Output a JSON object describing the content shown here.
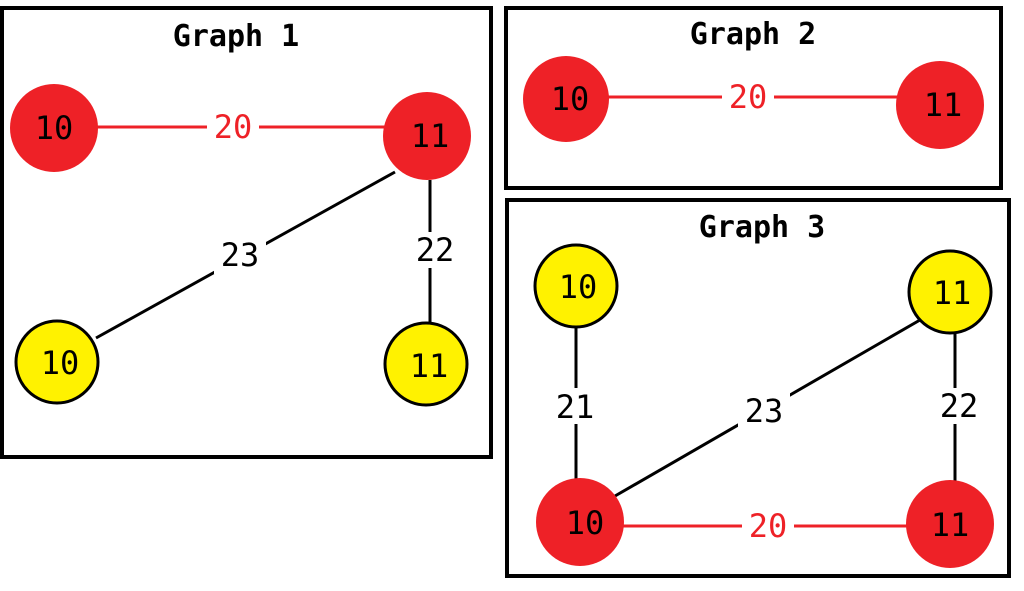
{
  "colors": {
    "red": "#ee2127",
    "yellow": "#fff200",
    "black": "#000000"
  },
  "graphs": [
    {
      "title": "Graph 1",
      "nodes": [
        {
          "label": "10",
          "color": "red"
        },
        {
          "label": "11",
          "color": "red"
        },
        {
          "label": "10",
          "color": "yellow"
        },
        {
          "label": "11",
          "color": "yellow"
        }
      ],
      "edges": [
        {
          "label": "20",
          "color": "red",
          "from": 0,
          "to": 1
        },
        {
          "label": "23",
          "color": "black",
          "from": 1,
          "to": 2
        },
        {
          "label": "22",
          "color": "black",
          "from": 1,
          "to": 3
        }
      ]
    },
    {
      "title": "Graph 2",
      "nodes": [
        {
          "label": "10",
          "color": "red"
        },
        {
          "label": "11",
          "color": "red"
        }
      ],
      "edges": [
        {
          "label": "20",
          "color": "red",
          "from": 0,
          "to": 1
        }
      ]
    },
    {
      "title": "Graph 3",
      "nodes": [
        {
          "label": "10",
          "color": "yellow"
        },
        {
          "label": "11",
          "color": "yellow"
        },
        {
          "label": "10",
          "color": "red"
        },
        {
          "label": "11",
          "color": "red"
        }
      ],
      "edges": [
        {
          "label": "21",
          "color": "black",
          "from": 0,
          "to": 2
        },
        {
          "label": "23",
          "color": "black",
          "from": 1,
          "to": 2
        },
        {
          "label": "22",
          "color": "black",
          "from": 1,
          "to": 3
        },
        {
          "label": "20",
          "color": "red",
          "from": 2,
          "to": 3
        }
      ]
    }
  ]
}
